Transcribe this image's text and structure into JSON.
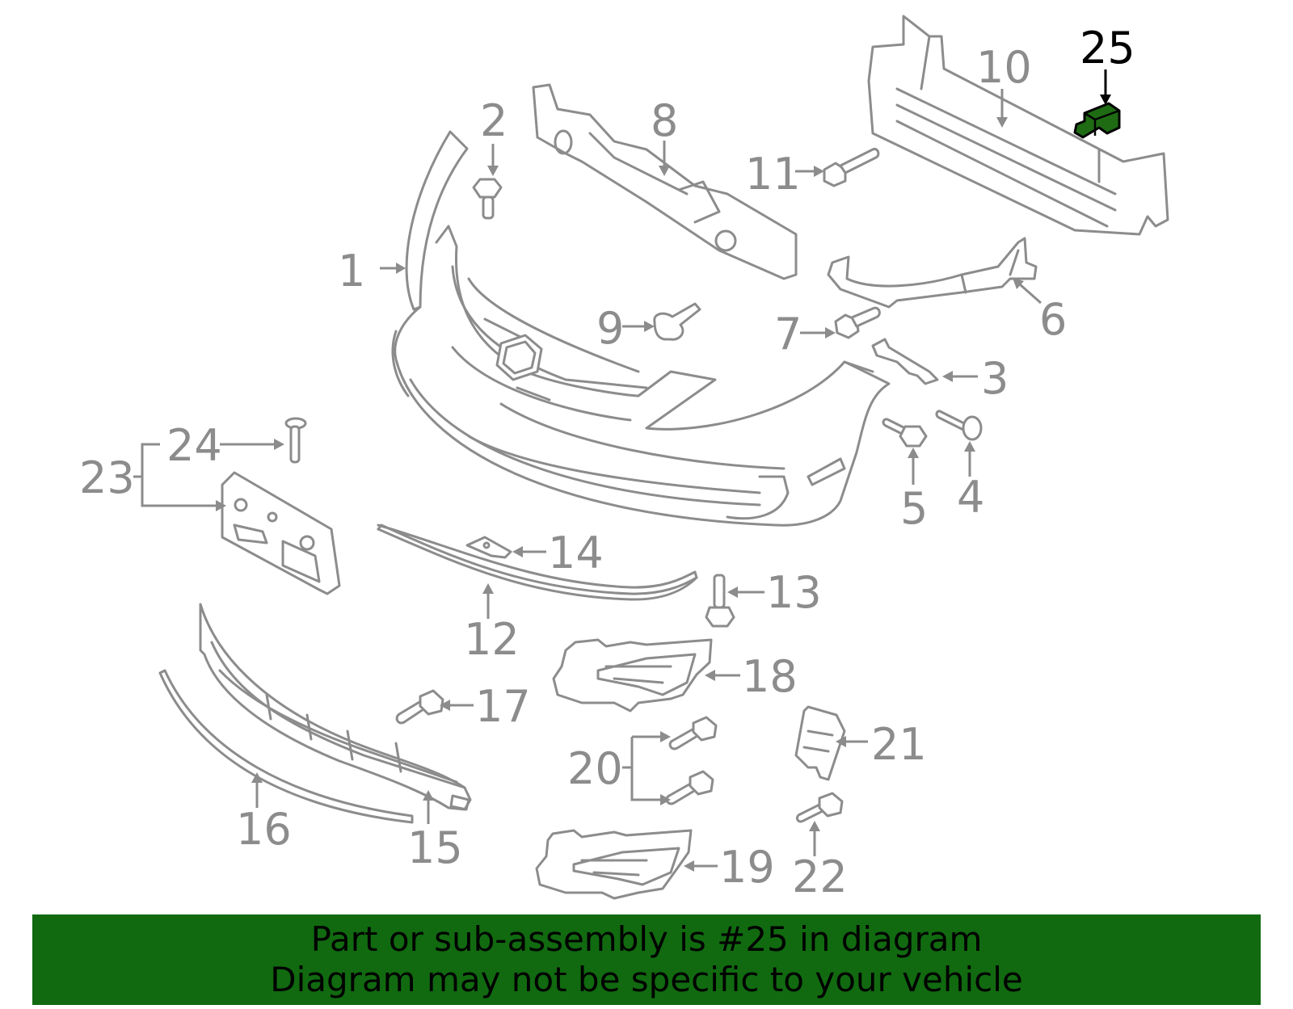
{
  "diagram": {
    "callouts": {
      "c1": "1",
      "c2": "2",
      "c3": "3",
      "c4": "4",
      "c5": "5",
      "c6": "6",
      "c7": "7",
      "c8": "8",
      "c9": "9",
      "c10": "10",
      "c11": "11",
      "c12": "12",
      "c13": "13",
      "c14": "14",
      "c15": "15",
      "c16": "16",
      "c17": "17",
      "c18": "18",
      "c19": "19",
      "c20": "20",
      "c21": "21",
      "c22": "22",
      "c23": "23",
      "c24": "24",
      "c25": "25"
    },
    "highlight_color": "#1f6b14",
    "highlight_outline": "#000000",
    "line_color": "#8c8c8c"
  },
  "banner": {
    "line1": "Part or sub-assembly is #25 in diagram",
    "line2": "Diagram may not be specific to your vehicle",
    "background": "#116a10"
  }
}
